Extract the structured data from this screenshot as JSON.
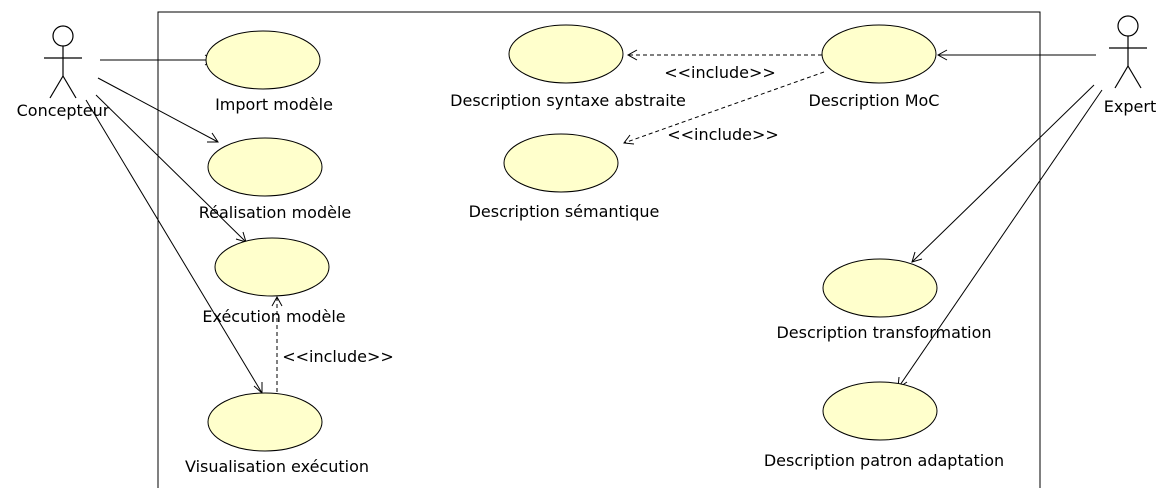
{
  "diagram": {
    "type": "uml-use-case",
    "actors": {
      "concepteur": "Concepteur",
      "expert": "Expert"
    },
    "use_cases": {
      "import_modele": "Import modèle",
      "realisation_modele": "Réalisation modèle",
      "execution_modele": "Exécution modèle",
      "visualisation_execution": "Visualisation exécution",
      "description_syntaxe_abstraite": "Description syntaxe abstraite",
      "description_moc": "Description MoC",
      "description_semantique": "Description sémantique",
      "description_transformation": "Description transformation",
      "description_patron_adaptation": "Description patron adaptation"
    },
    "stereotypes": {
      "include_moc_syntaxe": "<<include>>",
      "include_moc_semantique": "<<include>>",
      "include_visu_execution": "<<include>>"
    },
    "associations": [
      {
        "from": "Concepteur",
        "to": "Import modèle"
      },
      {
        "from": "Concepteur",
        "to": "Réalisation modèle"
      },
      {
        "from": "Concepteur",
        "to": "Exécution modèle"
      },
      {
        "from": "Concepteur",
        "to": "Visualisation exécution"
      },
      {
        "from": "Expert",
        "to": "Description MoC"
      },
      {
        "from": "Expert",
        "to": "Description transformation"
      },
      {
        "from": "Expert",
        "to": "Description patron adaptation"
      }
    ],
    "includes": [
      {
        "from": "Description MoC",
        "to": "Description syntaxe abstraite"
      },
      {
        "from": "Description MoC",
        "to": "Description sémantique"
      },
      {
        "from": "Visualisation exécution",
        "to": "Exécution modèle"
      }
    ],
    "colors": {
      "use_case_fill": "#ffffcc",
      "line": "#000000",
      "background": "#ffffff"
    }
  }
}
